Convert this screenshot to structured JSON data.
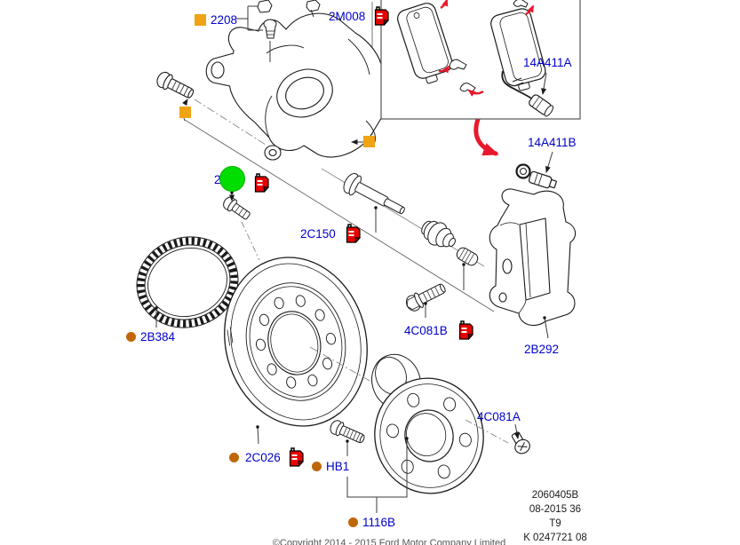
{
  "colors": {
    "part_link_blue": "#0000cc",
    "highlight_green": "#00dd00",
    "marker_square_orange": "#f0a313",
    "bullet_dot_brown": "#bf6708",
    "service_icon_red": "#e60000",
    "arrow_red": "#e8192c"
  },
  "parts": {
    "p2208": {
      "label": "2208"
    },
    "p2M008": {
      "label": "2M008"
    },
    "p14A411A": {
      "label": "14A411A"
    },
    "p14A411B": {
      "label": "14A411B"
    },
    "highlighted": {
      "label_fragment": "2"
    },
    "p2C150": {
      "label": "2C150"
    },
    "p2B384": {
      "label": "2B384"
    },
    "p4C081B": {
      "label": "4C081B"
    },
    "p2B292": {
      "label": "2B292"
    },
    "p2C026": {
      "label": "2C026"
    },
    "pHB1": {
      "label": "HB1"
    },
    "p4C081A": {
      "label": "4C081A"
    },
    "p1116B": {
      "label": "1116B"
    }
  },
  "plate": {
    "codes": [
      "2060405B",
      "08-2015 36",
      "T9",
      "K 0247721 08"
    ]
  },
  "copyright": "©Copyright 2014 - 2015 Ford Motor Company Limited"
}
